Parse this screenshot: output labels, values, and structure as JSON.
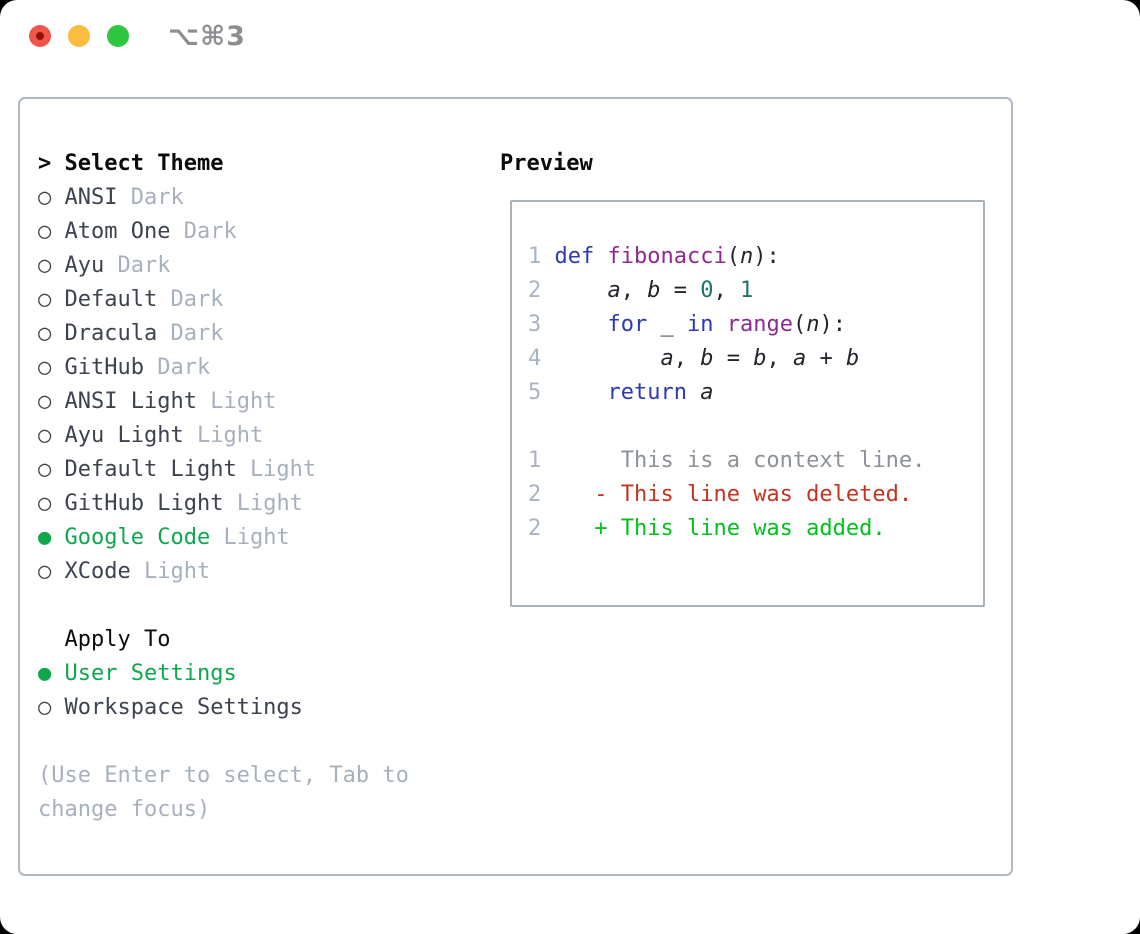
{
  "titlebar": {
    "title": "⌥⌘3"
  },
  "theme_picker": {
    "prompt": ">",
    "title": "Select Theme",
    "markers": {
      "selected": "●",
      "unselected": "○"
    },
    "themes": [
      {
        "name": "ANSI",
        "variant": "Dark",
        "selected": false
      },
      {
        "name": "Atom One",
        "variant": "Dark",
        "selected": false
      },
      {
        "name": "Ayu",
        "variant": "Dark",
        "selected": false
      },
      {
        "name": "Default",
        "variant": "Dark",
        "selected": false
      },
      {
        "name": "Dracula",
        "variant": "Dark",
        "selected": false
      },
      {
        "name": "GitHub",
        "variant": "Dark",
        "selected": false
      },
      {
        "name": "ANSI Light",
        "variant": "Light",
        "selected": false
      },
      {
        "name": "Ayu Light",
        "variant": "Light",
        "selected": false
      },
      {
        "name": "Default Light",
        "variant": "Light",
        "selected": false
      },
      {
        "name": "GitHub Light",
        "variant": "Light",
        "selected": false
      },
      {
        "name": "Google Code",
        "variant": "Light",
        "selected": true
      },
      {
        "name": "XCode",
        "variant": "Light",
        "selected": false
      }
    ],
    "apply_to": {
      "label": "Apply To",
      "options": [
        {
          "name": "User Settings",
          "selected": true
        },
        {
          "name": "Workspace Settings",
          "selected": false
        }
      ]
    },
    "hint_lines": [
      "(Use Enter to select, Tab to",
      "change focus)"
    ]
  },
  "preview": {
    "header": "Preview",
    "lines": [
      {
        "num": "1",
        "kind": "code",
        "tokens": [
          {
            "t": "def",
            "c": "kw"
          },
          {
            "t": " "
          },
          {
            "t": "fibonacci",
            "c": "fn"
          },
          {
            "t": "("
          },
          {
            "t": "n",
            "c": "var"
          },
          {
            "t": "):"
          }
        ]
      },
      {
        "num": "2",
        "kind": "code",
        "tokens": [
          {
            "t": "    "
          },
          {
            "t": "a",
            "c": "var"
          },
          {
            "t": ", "
          },
          {
            "t": "b",
            "c": "var"
          },
          {
            "t": " = "
          },
          {
            "t": "0",
            "c": "num"
          },
          {
            "t": ", "
          },
          {
            "t": "1",
            "c": "num"
          }
        ]
      },
      {
        "num": "3",
        "kind": "code",
        "tokens": [
          {
            "t": "    "
          },
          {
            "t": "for",
            "c": "kw"
          },
          {
            "t": " "
          },
          {
            "t": "_",
            "c": "var"
          },
          {
            "t": " "
          },
          {
            "t": "in",
            "c": "kw"
          },
          {
            "t": " "
          },
          {
            "t": "range",
            "c": "fn"
          },
          {
            "t": "("
          },
          {
            "t": "n",
            "c": "var"
          },
          {
            "t": "):"
          }
        ]
      },
      {
        "num": "4",
        "kind": "code",
        "tokens": [
          {
            "t": "        "
          },
          {
            "t": "a",
            "c": "var"
          },
          {
            "t": ", "
          },
          {
            "t": "b",
            "c": "var"
          },
          {
            "t": " = "
          },
          {
            "t": "b",
            "c": "var"
          },
          {
            "t": ", "
          },
          {
            "t": "a",
            "c": "var"
          },
          {
            "t": " + "
          },
          {
            "t": "b",
            "c": "var"
          }
        ]
      },
      {
        "num": "5",
        "kind": "code",
        "tokens": [
          {
            "t": "    "
          },
          {
            "t": "return",
            "c": "kw"
          },
          {
            "t": " "
          },
          {
            "t": "a",
            "c": "var"
          }
        ]
      },
      {
        "num": "",
        "kind": "blank",
        "tokens": []
      },
      {
        "num": "1",
        "kind": "diff-context",
        "tokens": [
          {
            "t": "     "
          },
          {
            "t": "This is a context line.",
            "c": "ctx"
          }
        ]
      },
      {
        "num": "2",
        "kind": "diff-deleted",
        "tokens": [
          {
            "t": "   "
          },
          {
            "t": "- This line was deleted.",
            "c": "del"
          }
        ]
      },
      {
        "num": "2",
        "kind": "diff-added",
        "tokens": [
          {
            "t": "   "
          },
          {
            "t": "+ This line was added.",
            "c": "add"
          }
        ]
      }
    ]
  },
  "colors": {
    "window_bg": "#ffffff",
    "traffic_red": "#f2554a",
    "traffic_red_dot": "#8e130b",
    "traffic_yellow": "#fcbc40",
    "traffic_green": "#2fc640",
    "titlebar_text": "#8e8e92",
    "panel_border": "#b1b9c4",
    "box_border": "#aab2bc",
    "header_text": "#0b0b0c",
    "list_text": "#3d434e",
    "muted_text": "#a7b1bd",
    "accent_green": "#10a74c",
    "line_number": "#a9b4c2",
    "code_text": "#22262c",
    "code_keyword": "#2c3ab1",
    "code_function": "#8e2a8e",
    "code_number": "#17756b",
    "diff_context": "#8b9299",
    "diff_deleted": "#c43420",
    "diff_added": "#04c01f"
  }
}
